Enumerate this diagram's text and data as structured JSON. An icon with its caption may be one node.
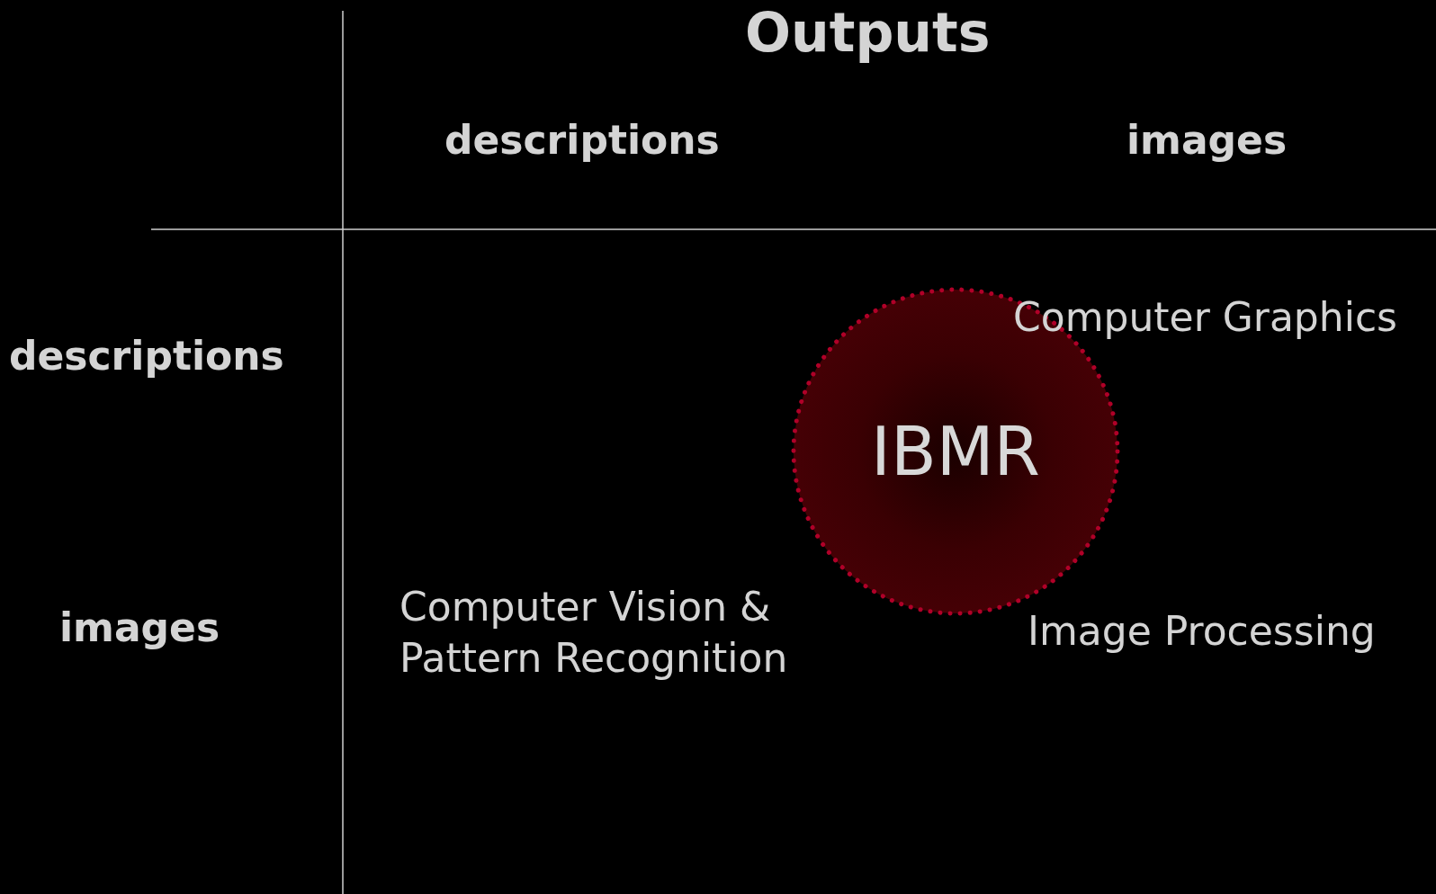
{
  "diagram": {
    "nodes": [
      {
        "text": [
          "IBMR"
        ]
      }
    ],
    "labels": [
      "Outputs",
      "descriptions",
      "images",
      "descriptions",
      "images",
      "Computer Graphics",
      "Computer Vision & Pattern Recognition",
      "Image Processing"
    ]
  }
}
